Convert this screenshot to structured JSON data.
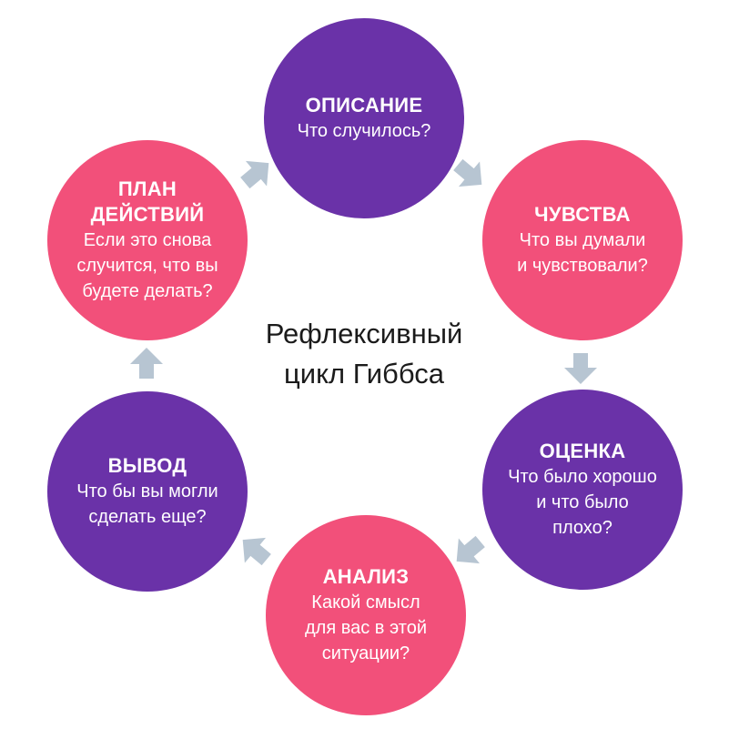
{
  "center_title": {
    "line1": "Рефлексивный",
    "line2": "цикл Гиббса"
  },
  "colors": {
    "purple": "#6a32a8",
    "pink": "#f2507a",
    "arrow": "#b7c5d2",
    "text": "#1b1b1b"
  },
  "nodes": {
    "description": {
      "title": "ОПИСАНИЕ",
      "lines": [
        "Что случилось?"
      ]
    },
    "feelings": {
      "title": "ЧУВСТВА",
      "lines": [
        "Что вы думали",
        "и чувствовали?"
      ]
    },
    "evaluation": {
      "title": "ОЦЕНКА",
      "lines": [
        "Что было хорошо",
        "и что было",
        "плохо?"
      ]
    },
    "analysis": {
      "title": "АНАЛИЗ",
      "lines": [
        "Какой смысл",
        "для вас в этой",
        "ситуации?"
      ]
    },
    "conclusion": {
      "title": "ВЫВОД",
      "lines": [
        "Что бы вы могли",
        "сделать еще?"
      ]
    },
    "action_plan": {
      "title_lines": [
        "ПЛАН",
        "ДЕЙСТВИЙ"
      ],
      "lines": [
        "Если это снова",
        "случится, что вы",
        "будете делать?"
      ]
    }
  }
}
